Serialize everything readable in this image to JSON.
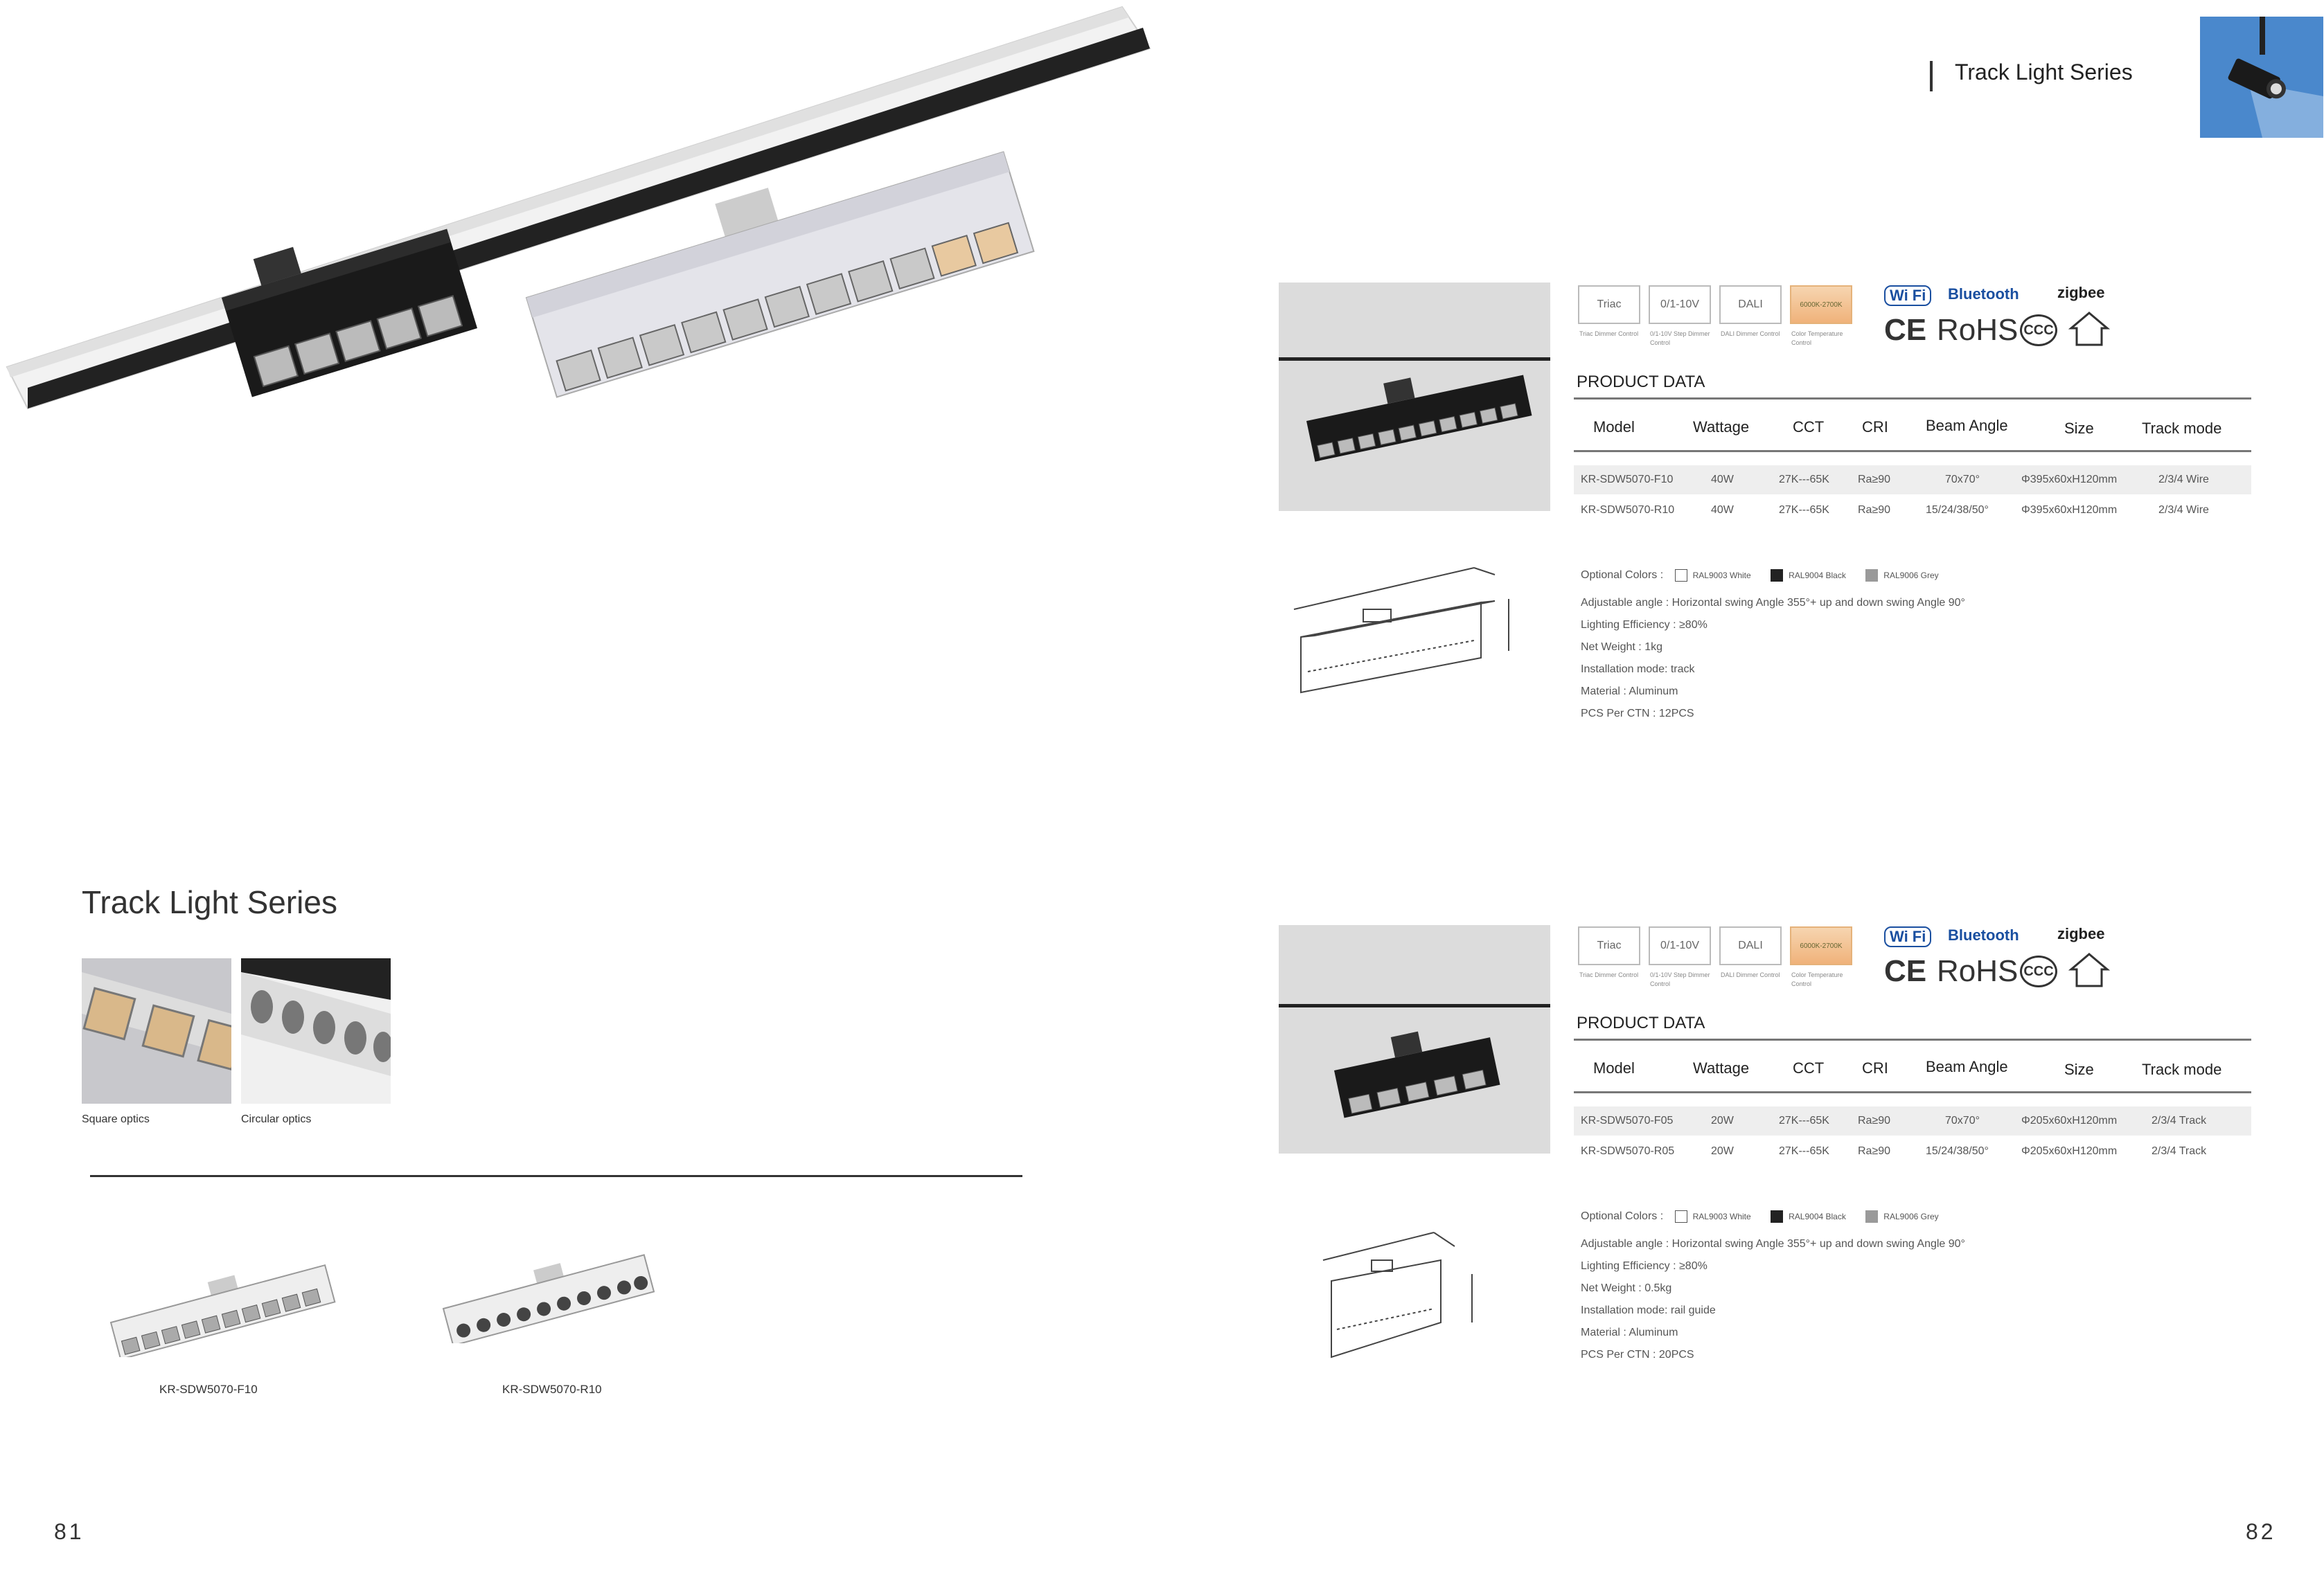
{
  "header": {
    "series_title": "Track Light Series"
  },
  "left_page": {
    "title": "Track Light Series",
    "optics": [
      {
        "label": "Square optics"
      },
      {
        "label": "Circular optics"
      }
    ],
    "products": [
      {
        "model": "KR-SDW5070-F10"
      },
      {
        "model": "KR-SDW5070-R10"
      }
    ],
    "page_number": "81"
  },
  "right_page": {
    "page_number": "82",
    "blocks": [
      {
        "controls": [
          {
            "label": "Triac",
            "caption": "Triac Dimmer Control"
          },
          {
            "label": "0/1-10V",
            "caption": "0/1-10V Step Dimmer Control"
          },
          {
            "label": "DALI",
            "caption": "DALI Dimmer Control"
          },
          {
            "label": "6000K-2700K",
            "caption": "Color Temperature Control"
          }
        ],
        "certs": {
          "wifi": "Wi Fi",
          "bluetooth": "Bluetooth",
          "zigbee": "zigbee",
          "ce": "CE",
          "rohs": "RoHS",
          "ccc": "CCC"
        },
        "product_data_title": "PRODUCT DATA",
        "headers": [
          "Model",
          "Wattage",
          "CCT",
          "CRI",
          "Beam Angle",
          "Size",
          "Track mode"
        ],
        "rows": [
          [
            "KR-SDW5070-F10",
            "40W",
            "27K---65K",
            "Ra≥90",
            "70x70°",
            "Φ395x60xH120mm",
            "2/3/4 Wire"
          ],
          [
            "KR-SDW5070-R10",
            "40W",
            "27K---65K",
            "Ra≥90",
            "15/24/38/50°",
            "Φ395x60xH120mm",
            "2/3/4 Wire"
          ]
        ],
        "optional_colors_label": "Optional Colors :",
        "colors": [
          {
            "name": "RAL9003 White",
            "hex": "#ffffff"
          },
          {
            "name": "RAL9004 Black",
            "hex": "#222222"
          },
          {
            "name": "RAL9006 Grey",
            "hex": "#9a9a9a"
          }
        ],
        "specs": [
          "Adjustable angle  : Horizontal swing Angle 355°+ up and down swing Angle 90°",
          "Lighting Efficiency  : ≥80%",
          "Net Weight : 1kg",
          "Installation mode: track",
          "Material : Aluminum",
          "PCS Per CTN :  12PCS"
        ]
      },
      {
        "controls": [
          {
            "label": "Triac",
            "caption": "Triac Dimmer Control"
          },
          {
            "label": "0/1-10V",
            "caption": "0/1-10V Step Dimmer Control"
          },
          {
            "label": "DALI",
            "caption": "DALI Dimmer Control"
          },
          {
            "label": "6000K-2700K",
            "caption": "Color Temperature Control"
          }
        ],
        "certs": {
          "wifi": "Wi Fi",
          "bluetooth": "Bluetooth",
          "zigbee": "zigbee",
          "ce": "CE",
          "rohs": "RoHS",
          "ccc": "CCC"
        },
        "product_data_title": "PRODUCT DATA",
        "headers": [
          "Model",
          "Wattage",
          "CCT",
          "CRI",
          "Beam Angle",
          "Size",
          "Track mode"
        ],
        "rows": [
          [
            "KR-SDW5070-F05",
            "20W",
            "27K---65K",
            "Ra≥90",
            "70x70°",
            "Φ205x60xH120mm",
            "2/3/4 Track"
          ],
          [
            "KR-SDW5070-R05",
            "20W",
            "27K---65K",
            "Ra≥90",
            "15/24/38/50°",
            "Φ205x60xH120mm",
            "2/3/4 Track"
          ]
        ],
        "optional_colors_label": "Optional Colors :",
        "colors": [
          {
            "name": "RAL9003 White",
            "hex": "#ffffff"
          },
          {
            "name": "RAL9004 Black",
            "hex": "#222222"
          },
          {
            "name": "RAL9006 Grey",
            "hex": "#9a9a9a"
          }
        ],
        "specs": [
          "Adjustable angle  : Horizontal swing Angle 355°+ up and down swing Angle 90°",
          "Lighting Efficiency  : ≥80%",
          "Net Weight : 0.5kg",
          "Installation mode: rail guide",
          "Material : Aluminum",
          "PCS Per CTN :  20PCS"
        ]
      }
    ]
  }
}
